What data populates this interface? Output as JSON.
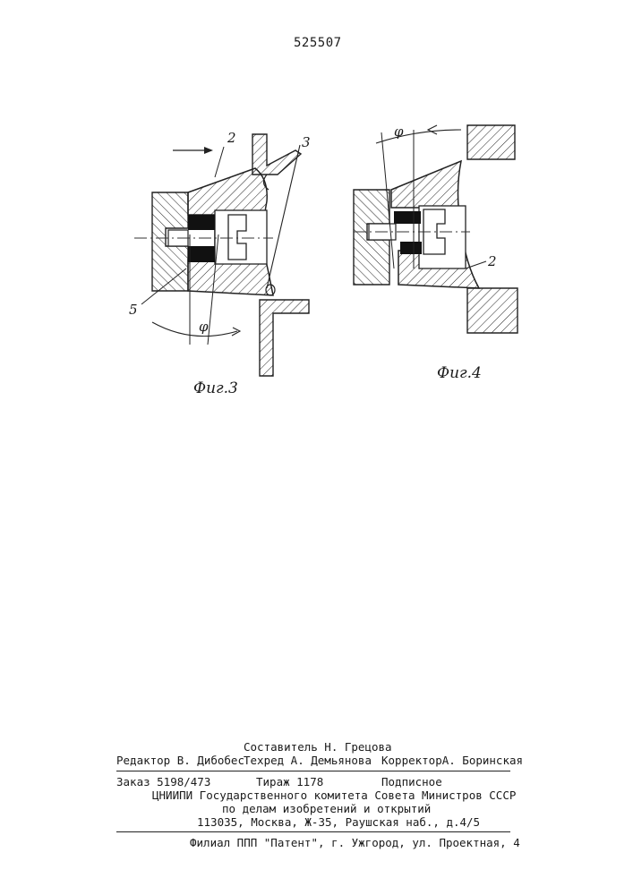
{
  "header": {
    "patent_number": "525507"
  },
  "figures": [
    {
      "caption": "Фиг.3",
      "labels": [
        "2",
        "3",
        "5",
        "φ"
      ]
    },
    {
      "caption": "Фиг.4",
      "labels": [
        "φ",
        "2"
      ]
    }
  ],
  "imprint": {
    "compiler": "Составитель Н. Грецова",
    "editor": "Редактор В. Дибобес",
    "techred": "Техред  А. Демьянова",
    "corrector": "КорректорА. Боринская",
    "order": "Заказ 5198/473",
    "circulation": "Тираж 1178",
    "subscription": "Подписное",
    "org_line1": "ЦНИИПИ Государственного комитета Совета Министров СССР",
    "org_line2": "по делам изобретений и открытий",
    "address": "113035, Москва, Ж-35, Раушская наб., д.4/5",
    "branch": "Филиал ППП \"Патент\", г. Ужгород, ул. Проектная, 4"
  }
}
